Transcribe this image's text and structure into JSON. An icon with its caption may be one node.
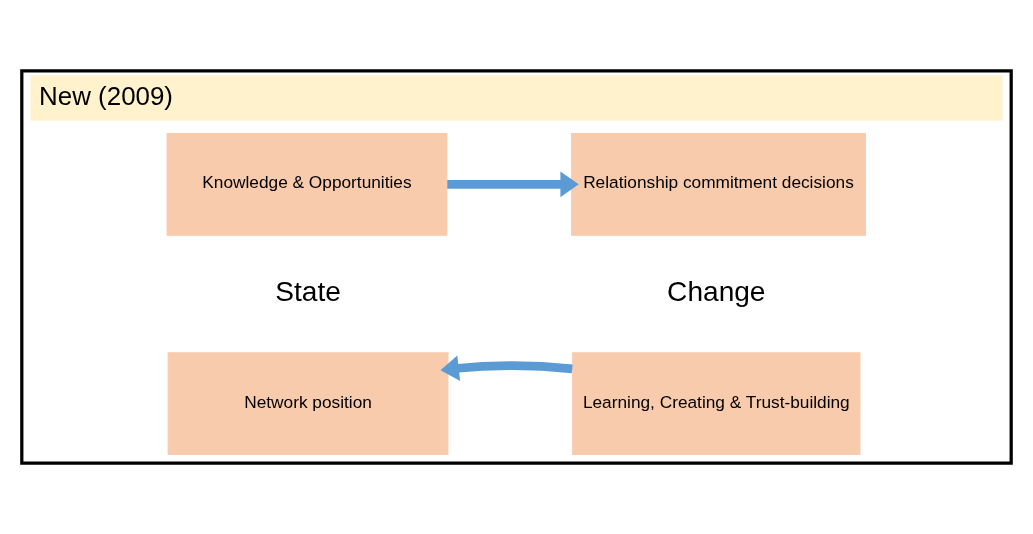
{
  "diagram": {
    "nodes": [
      {
        "text": [
          "New (2009)"
        ]
      },
      {
        "text": [
          "Knowledge & Opportunities"
        ],
        "in": 0
      },
      {
        "text": [
          "Relationship commitment decisions"
        ],
        "in": 0
      },
      {
        "text": [
          "Network position"
        ],
        "in": 0
      },
      {
        "text": [
          "Learning, Creating & Trust-building"
        ],
        "in": 0
      }
    ],
    "edges": [
      {
        "from": 1,
        "to": 2,
        "arrow": "to"
      },
      {
        "from": 4,
        "to": 3,
        "arrow": "to"
      }
    ],
    "labels": [
      "State",
      "Change"
    ]
  }
}
